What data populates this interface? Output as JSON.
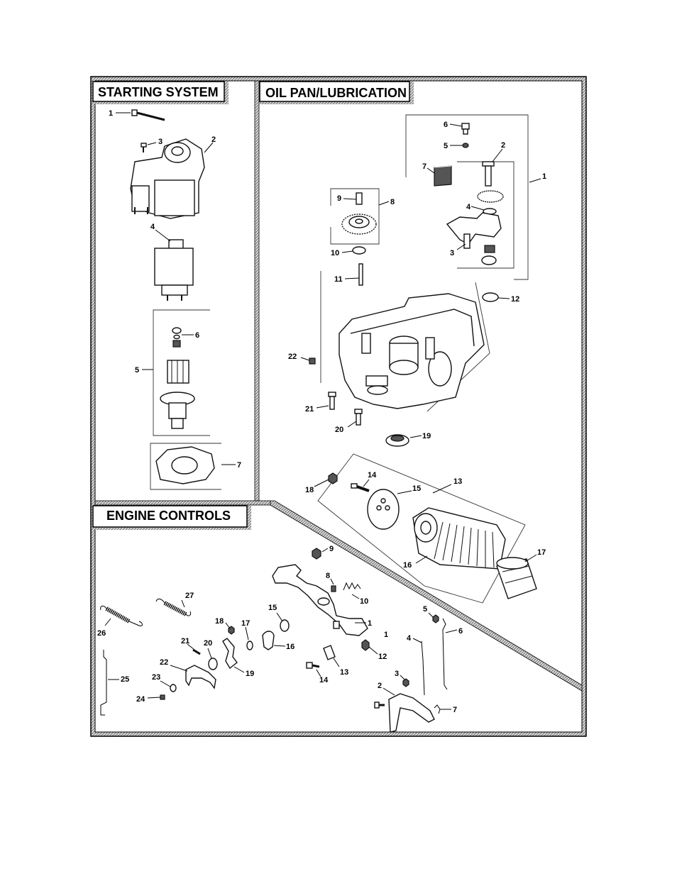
{
  "sections": {
    "starting_system": {
      "title": "STARTING SYSTEM",
      "callouts": [
        "1",
        "2",
        "3",
        "4",
        "5",
        "6",
        "7"
      ],
      "parts": [
        "bolt",
        "starter-motor",
        "screw",
        "armature",
        "drive-assembly",
        "nut",
        "brush-holder"
      ]
    },
    "oil_pan": {
      "title": "OIL PAN/LUBRICATION",
      "callouts": [
        "1",
        "2",
        "3",
        "4",
        "5",
        "6",
        "7",
        "8",
        "9",
        "10",
        "11",
        "12",
        "13",
        "14",
        "15",
        "16",
        "17",
        "18",
        "19",
        "20",
        "21",
        "22"
      ],
      "parts": [
        "oil-pump-kit",
        "bolt",
        "pump-body",
        "gear",
        "washer",
        "screw",
        "screen",
        "governor-gear-kit",
        "pin",
        "washer",
        "shaft",
        "o-ring",
        "oil-cooler-kit",
        "stud",
        "gasket",
        "oil-cooler",
        "oil-filter",
        "nut",
        "seal",
        "bolt",
        "bolt",
        "plug"
      ]
    },
    "engine_controls": {
      "title": "ENGINE CONTROLS",
      "callouts": [
        "1",
        "1",
        "2",
        "3",
        "4",
        "5",
        "6",
        "7",
        "8",
        "9",
        "10",
        "12",
        "13",
        "14",
        "14",
        "15",
        "16",
        "17",
        "18",
        "19",
        "20",
        "21",
        "22",
        "23",
        "24",
        "25",
        "26",
        "27"
      ],
      "parts": [
        "bracket",
        "bracket",
        "lever",
        "screw",
        "rod",
        "nut",
        "link",
        "clip",
        "screw",
        "nut",
        "spring",
        "nut",
        "clamp",
        "screw",
        "screw",
        "washer",
        "lever",
        "washer",
        "nut",
        "lever",
        "washer",
        "screw",
        "lever",
        "washer",
        "screw",
        "link",
        "spring",
        "spring"
      ]
    }
  },
  "colors": {
    "line": "#000000",
    "hatch": "#6e6e6e",
    "background": "#ffffff"
  }
}
